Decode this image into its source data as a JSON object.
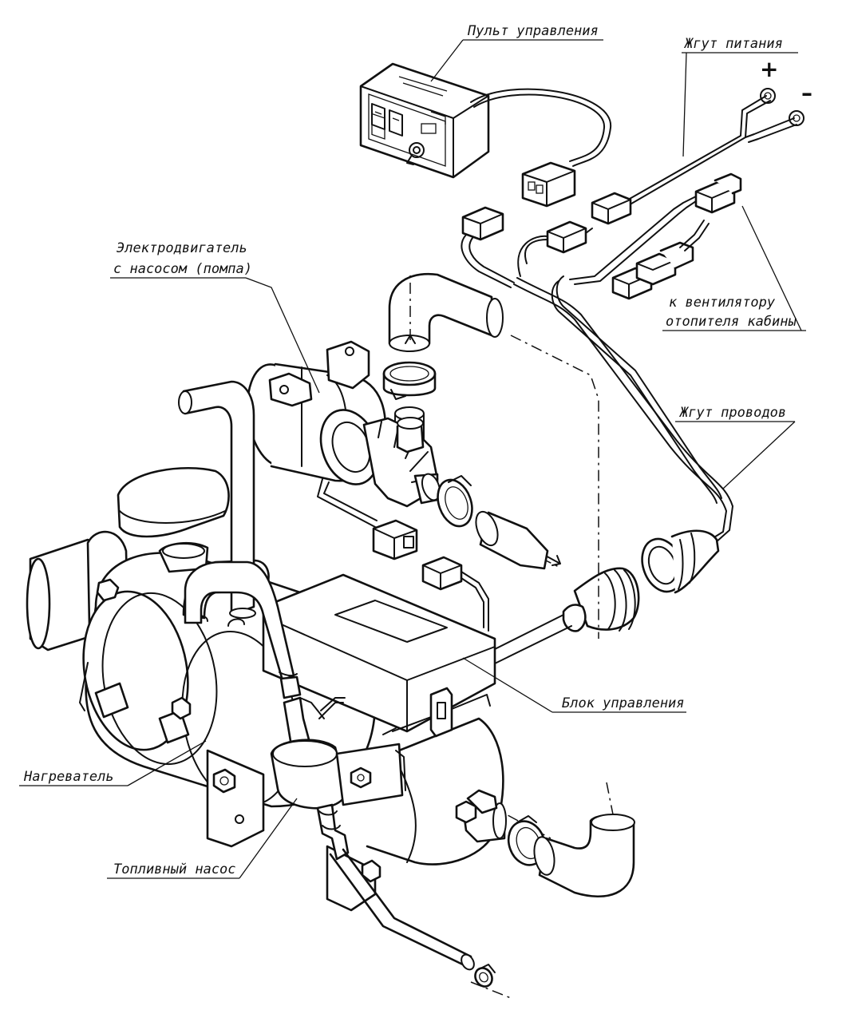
{
  "labels": {
    "control_panel": "Пульт управления",
    "power_harness": "Жгут питания",
    "plus": "+",
    "minus": "–",
    "motor_pump_line1": "Электродвигатель",
    "motor_pump_line2": "с насосом (помпа)",
    "cabin_fan_line1": "к вентилятору",
    "cabin_fan_line2": "отопителя кабины",
    "wire_harness": "Жгут проводов",
    "control_unit": "Блок управления",
    "heater": "Нагреватель",
    "fuel_pump": "Топливный насос"
  }
}
